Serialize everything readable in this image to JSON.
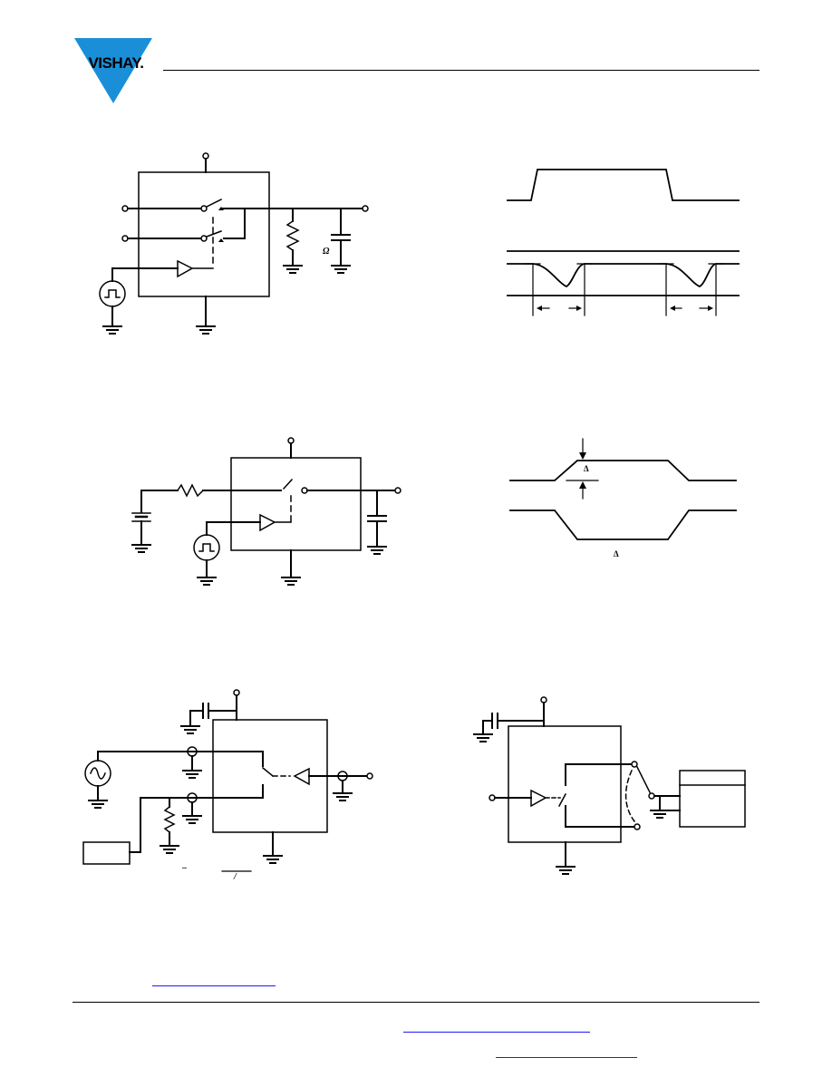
{
  "header": {
    "brand": "VISHAY.",
    "brand_color": "#1a8fd8"
  },
  "figures": {
    "circuit_1": {
      "omega_label": "Ω"
    },
    "waveform_2": {
      "delta_label_top": "Δ",
      "delta_label_bottom": "Δ"
    },
    "circuit_5": {
      "minus_label": "–",
      "slash_label": "/"
    }
  },
  "links": {
    "color": "#1a1aff"
  }
}
